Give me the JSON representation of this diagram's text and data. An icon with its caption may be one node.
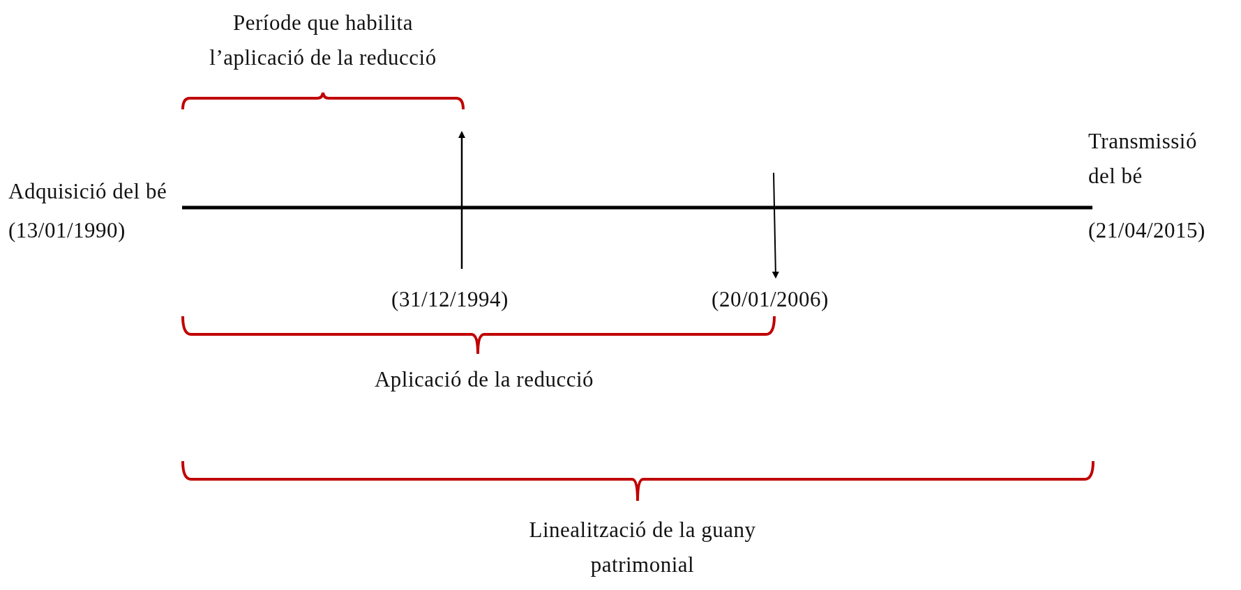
{
  "diagram": {
    "labels": [
      "Període que habilita l’aplicació de la reducció",
      "Transmissió del bé",
      "Adquisició del bé",
      "(13/01/1990)",
      "(21/04/2015)",
      "(31/12/1994)",
      "(20/01/2006)",
      "Aplicació de la reducció",
      "Linealització de la guany patrimonial"
    ]
  }
}
